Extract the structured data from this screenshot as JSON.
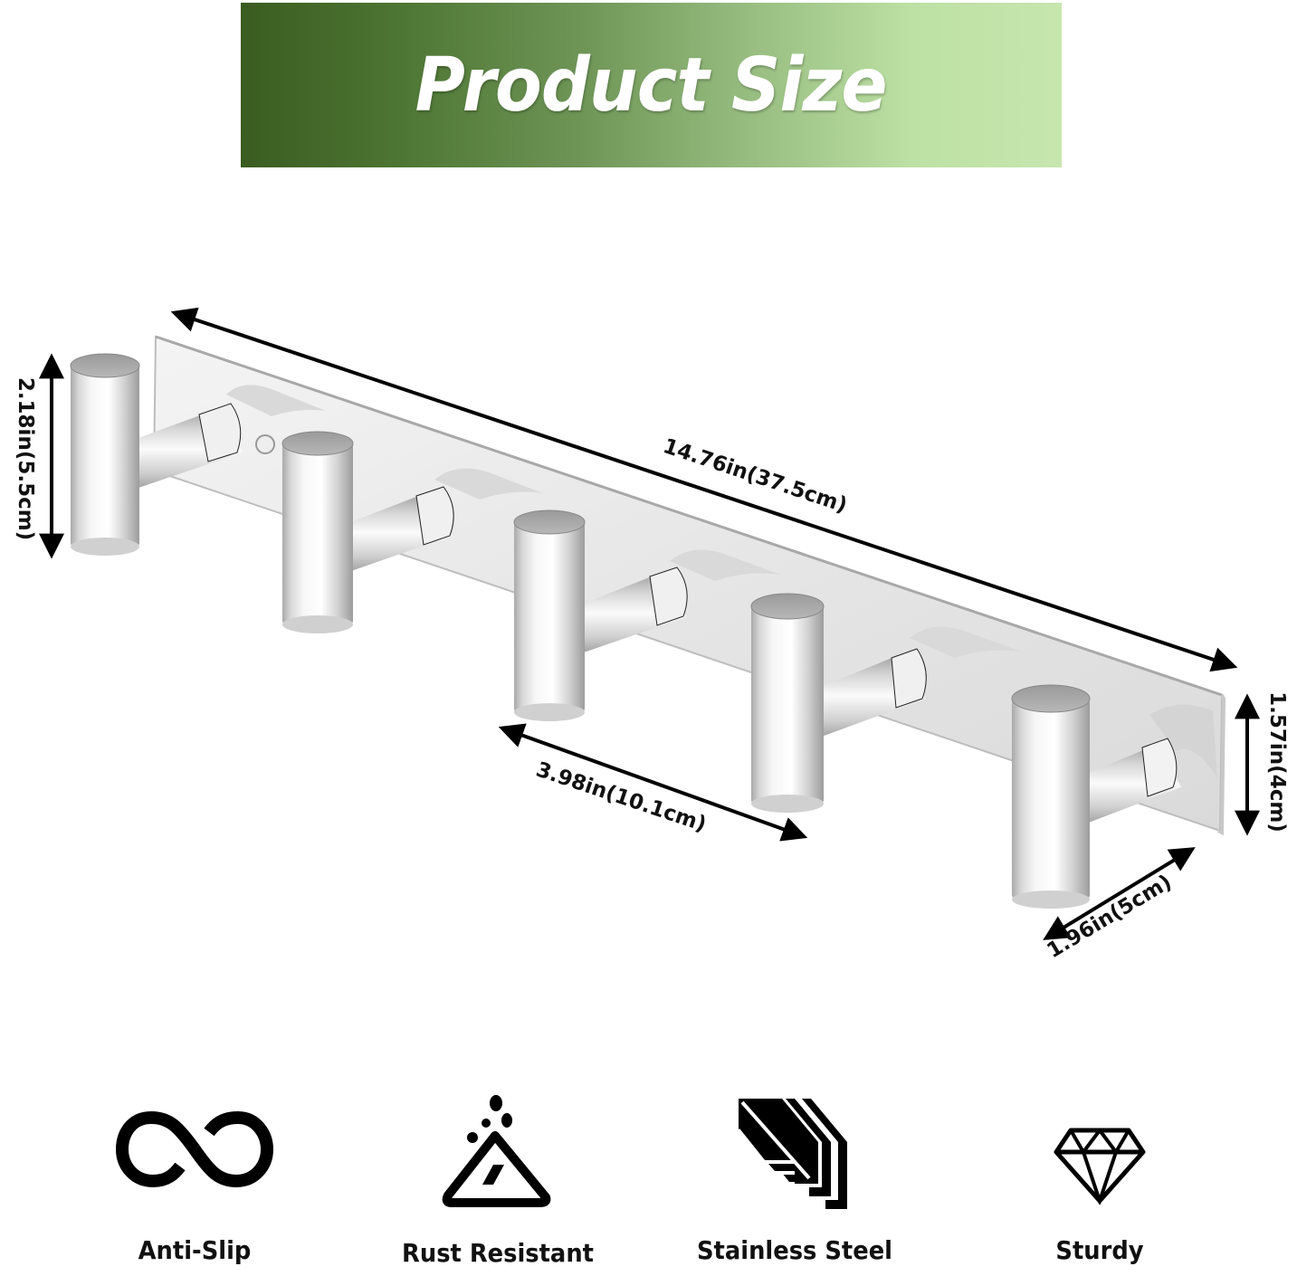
{
  "banner": {
    "title": "Product Size",
    "gradient_start": "#3a5c20",
    "gradient_end": "#c6e6ae"
  },
  "product": {
    "name": "5-hook stainless steel wall rack",
    "hook_count": 5
  },
  "dimensions": {
    "total_length": "14.76in(37.5cm)",
    "hook_height": "2.18in(5.5cm)",
    "plate_height": "1.57in(4cm)",
    "hook_spacing": "3.98in(10.1cm)",
    "hook_depth": "1.96in(5cm)"
  },
  "features": [
    {
      "icon": "infinity-icon",
      "label": "Anti-Slip"
    },
    {
      "icon": "rust-resistant-icon",
      "label": "Rust Resistant"
    },
    {
      "icon": "steel-bars-icon",
      "label": "Stainless Steel"
    },
    {
      "icon": "diamond-icon",
      "label": "Sturdy"
    }
  ]
}
